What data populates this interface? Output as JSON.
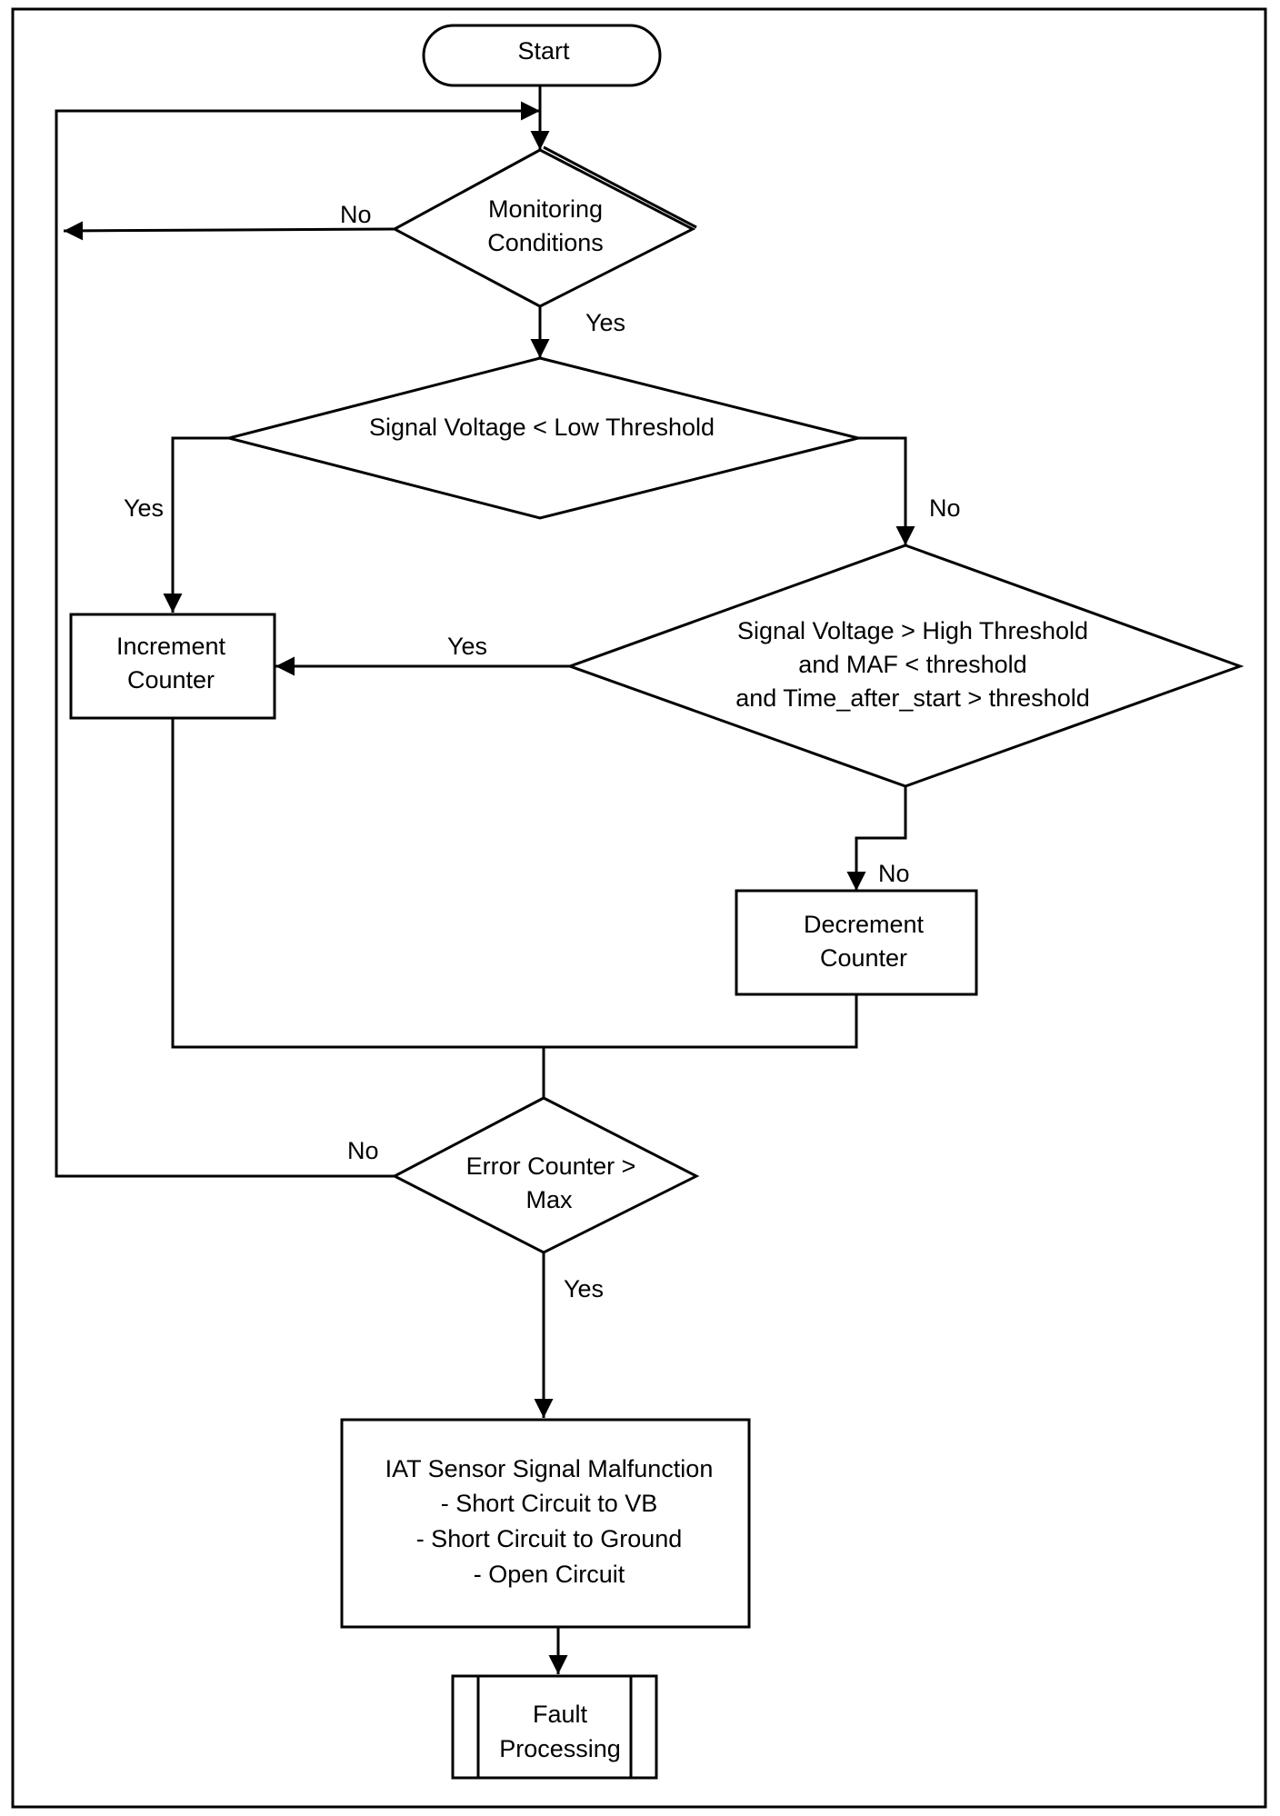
{
  "nodes": {
    "start": "Start",
    "monitoring": [
      "Monitoring",
      "Conditions"
    ],
    "low_threshold": "Signal Voltage < Low Threshold",
    "high_threshold": [
      "Signal Voltage > High Threshold",
      "and MAF < threshold",
      "and Time_after_start > threshold"
    ],
    "increment": [
      "Increment",
      "Counter"
    ],
    "decrement": [
      "Decrement",
      "Counter"
    ],
    "error_counter": [
      "Error Counter >",
      "Max"
    ],
    "malfunction": [
      "IAT Sensor Signal Malfunction",
      "- Short Circuit to VB",
      "- Short Circuit to Ground",
      "- Open Circuit"
    ],
    "fault": [
      "Fault",
      "Processing"
    ]
  },
  "edge_labels": {
    "monitoring_no": "No",
    "monitoring_yes": "Yes",
    "low_yes": "Yes",
    "low_no": "No",
    "high_yes": "Yes",
    "high_no": "No",
    "error_no": "No",
    "error_yes": "Yes"
  }
}
